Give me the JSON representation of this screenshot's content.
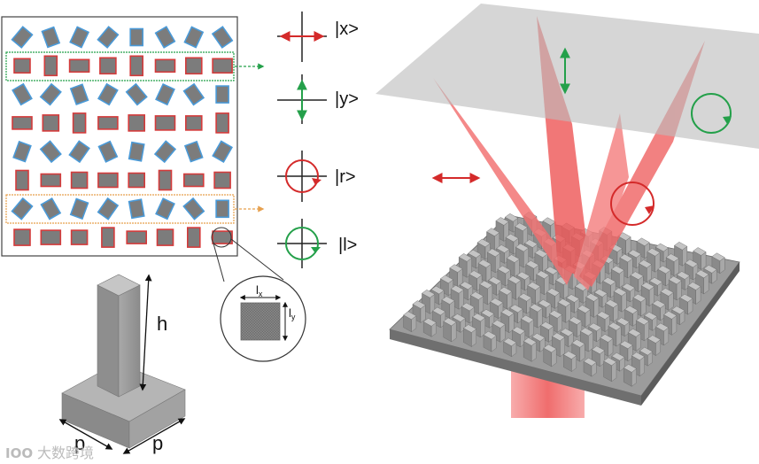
{
  "states": {
    "x": "|x>",
    "y": "|y>",
    "r": "|r>",
    "l": "|l>"
  },
  "dims": {
    "lx": "l",
    "lx_sub": "x",
    "ly": "l",
    "ly_sub": "y",
    "h": "h",
    "p1": "p",
    "p2": "p"
  },
  "watermark": {
    "logo": "IOO",
    "text": "大数跨境"
  },
  "colors": {
    "red": "#d42a2a",
    "green": "#24a04a",
    "orange": "#e6a04e",
    "cell_fill": "#7c7c7c",
    "cell_blue": "#4a9ad8",
    "cell_red": "#d43b3b",
    "beam": "#f06a6a",
    "pillar": "#9a9a9a",
    "plate": "#8d8d8d"
  },
  "array": {
    "cols": 8,
    "rows": 8,
    "row_kinds": [
      "rot",
      "rect",
      "rot",
      "rect",
      "rot",
      "rect",
      "rot",
      "rect"
    ],
    "highlight_rows": [
      {
        "row": 1,
        "color": "green"
      },
      {
        "row": 6,
        "color": "orange"
      }
    ]
  }
}
